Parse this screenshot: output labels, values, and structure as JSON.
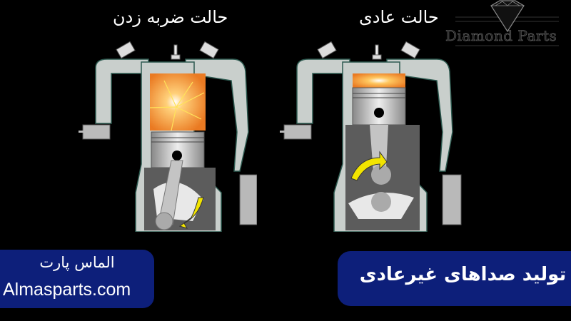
{
  "titles": {
    "knock": "حالت ضربه زدن",
    "normal": "حالت عادی"
  },
  "logo": {
    "text": "Diamond Parts",
    "icon": "diamond-icon"
  },
  "banners": {
    "brand_fa": "الماس پارت",
    "brand_url": "Almasparts.com",
    "headline": "تولید صداهای غیرعادی"
  },
  "diagrams": [
    {
      "name": "knocking-engine",
      "state": "knock",
      "combustion_color": "#f08a2a",
      "arrow_color": "#f2e400"
    },
    {
      "name": "normal-engine",
      "state": "normal",
      "combustion_color": "#f08a2a",
      "arrow_color": "#f2e400"
    }
  ],
  "colors": {
    "background": "#000000",
    "banner": "#0d1f7a",
    "engine_body": "#c9cfcc",
    "engine_interior": "#5c5c5c"
  }
}
